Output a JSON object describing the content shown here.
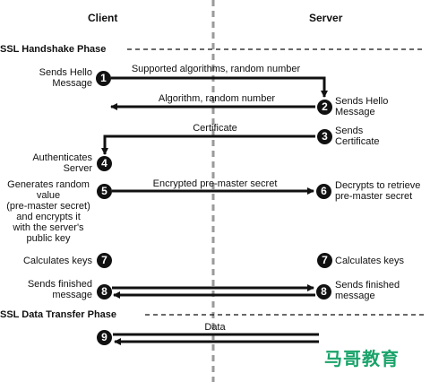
{
  "headers": {
    "client": "Client",
    "server": "Server"
  },
  "phases": {
    "handshake": "SSL Handshake Phase",
    "data_transfer": "SSL Data Transfer Phase"
  },
  "steps": {
    "s1": {
      "number": "1",
      "client_text": "Sends Hello\nMessage",
      "message": "Supported algorithms, random number"
    },
    "s2": {
      "number": "2",
      "server_text": "Sends Hello\nMessage",
      "message": "Algorithm, random number"
    },
    "s3": {
      "number": "3",
      "server_text": "Sends\nCertificate",
      "message": "Certificate"
    },
    "s4": {
      "number": "4",
      "client_text": "Authenticates\nServer"
    },
    "s5": {
      "number": "5",
      "client_text": "Generates random\nvalue\n(pre-master secret)\nand encrypts it\nwith the server's\npublic key",
      "message": "Encrypted pre-master secret"
    },
    "s6": {
      "number": "6",
      "server_text": "Decrypts to retrieve\npre-master secret"
    },
    "s7": {
      "number": "7",
      "client_text": "Calculates keys",
      "server_text": "Calculates keys"
    },
    "s8": {
      "number": "8",
      "client_text": "Sends finished\nmessage",
      "server_text": "Sends finished\nmessage"
    },
    "s9": {
      "number": "9",
      "message": "Data"
    }
  },
  "watermark": "马哥教育",
  "colors": {
    "ink": "#111111",
    "divider": "#9a9a9a",
    "watermark": "#1aa36a"
  }
}
